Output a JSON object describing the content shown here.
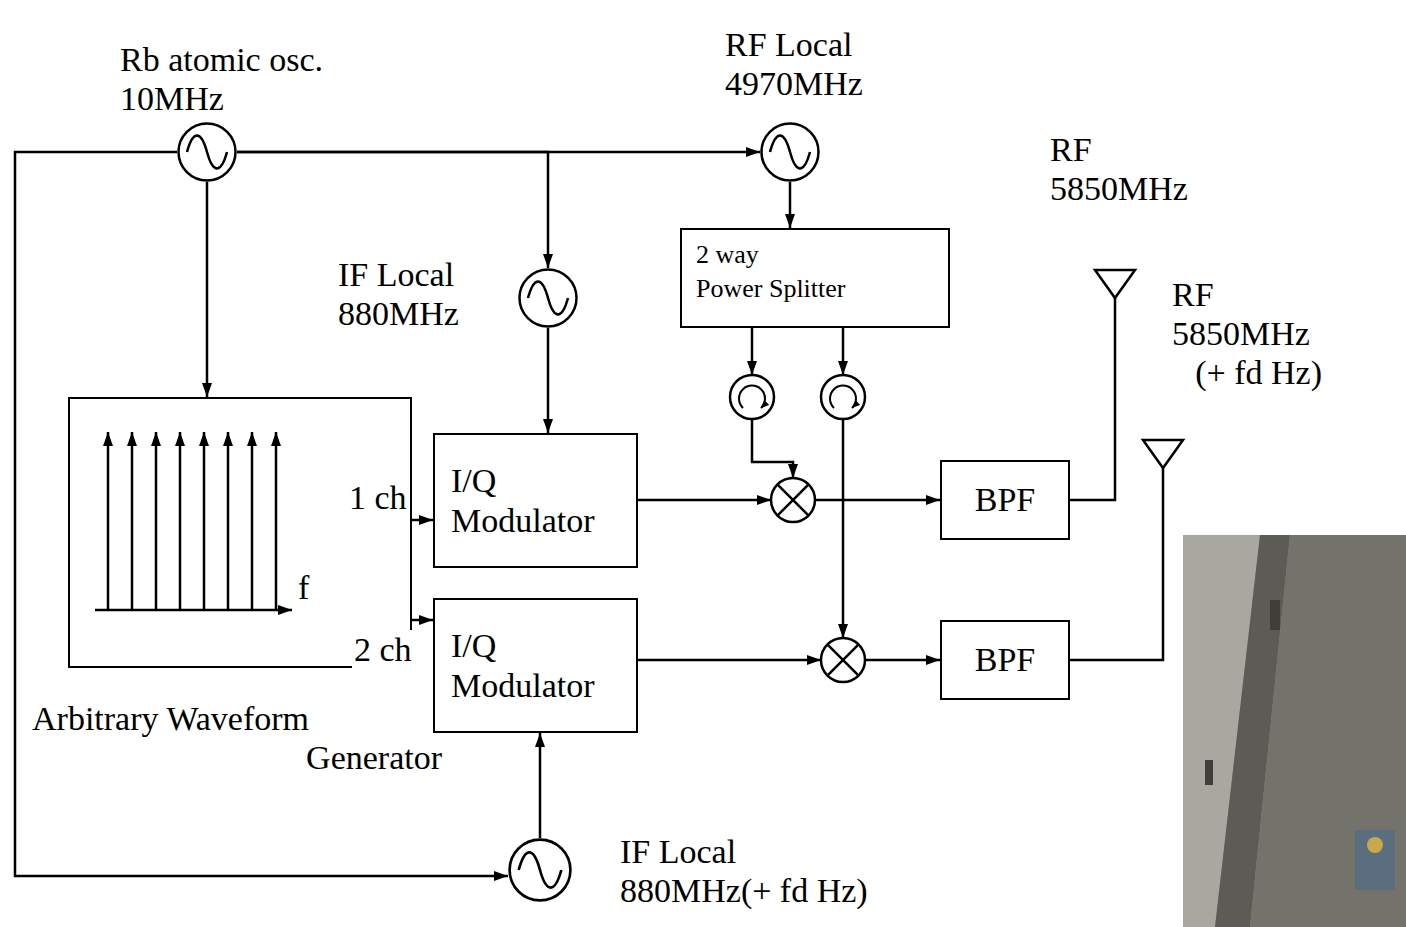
{
  "diagram": {
    "nodes": [
      {
        "text": [
          "Rb atomic osc. 10MHz"
        ]
      },
      {
        "text": [
          "RF Local 4970MHz"
        ]
      },
      {
        "text": [
          "IF Local 880MHz"
        ]
      },
      {
        "text": [
          "2 way Power Splitter"
        ]
      },
      {
        "text": [
          "Arbitrary Waveform Generator"
        ]
      },
      {
        "text": [
          "I/Q Modulator"
        ]
      },
      {
        "text": [
          "I/Q Modulator"
        ]
      },
      {
        "text": [
          "BPF"
        ]
      },
      {
        "text": [
          "BPF"
        ]
      },
      {
        "text": [
          "IF Local 880MHz(+ fd Hz)"
        ]
      }
    ],
    "edges": [
      {
        "from": 0,
        "to": 1,
        "arrow": "to"
      },
      {
        "from": 0,
        "to": 2,
        "arrow": "to"
      },
      {
        "from": 0,
        "to": 4,
        "arrow": "to"
      },
      {
        "from": 0,
        "to": 9,
        "arrow": "to"
      },
      {
        "from": 1,
        "to": 3,
        "arrow": "to"
      },
      {
        "from": 2,
        "to": 5,
        "arrow": "to"
      },
      {
        "from": 9,
        "to": 6,
        "arrow": "to"
      },
      {
        "from": 4,
        "to": 5,
        "label": "1 ch",
        "arrow": "to"
      },
      {
        "from": 4,
        "to": 6,
        "label": "2 ch",
        "arrow": "to"
      },
      {
        "from": 5,
        "to": 7,
        "arrow": "to"
      },
      {
        "from": 6,
        "to": 8,
        "arrow": "to"
      }
    ],
    "labels": [
      "f",
      "RF 5850MHz",
      "RF 5850MHz (+ fd Hz)"
    ]
  }
}
